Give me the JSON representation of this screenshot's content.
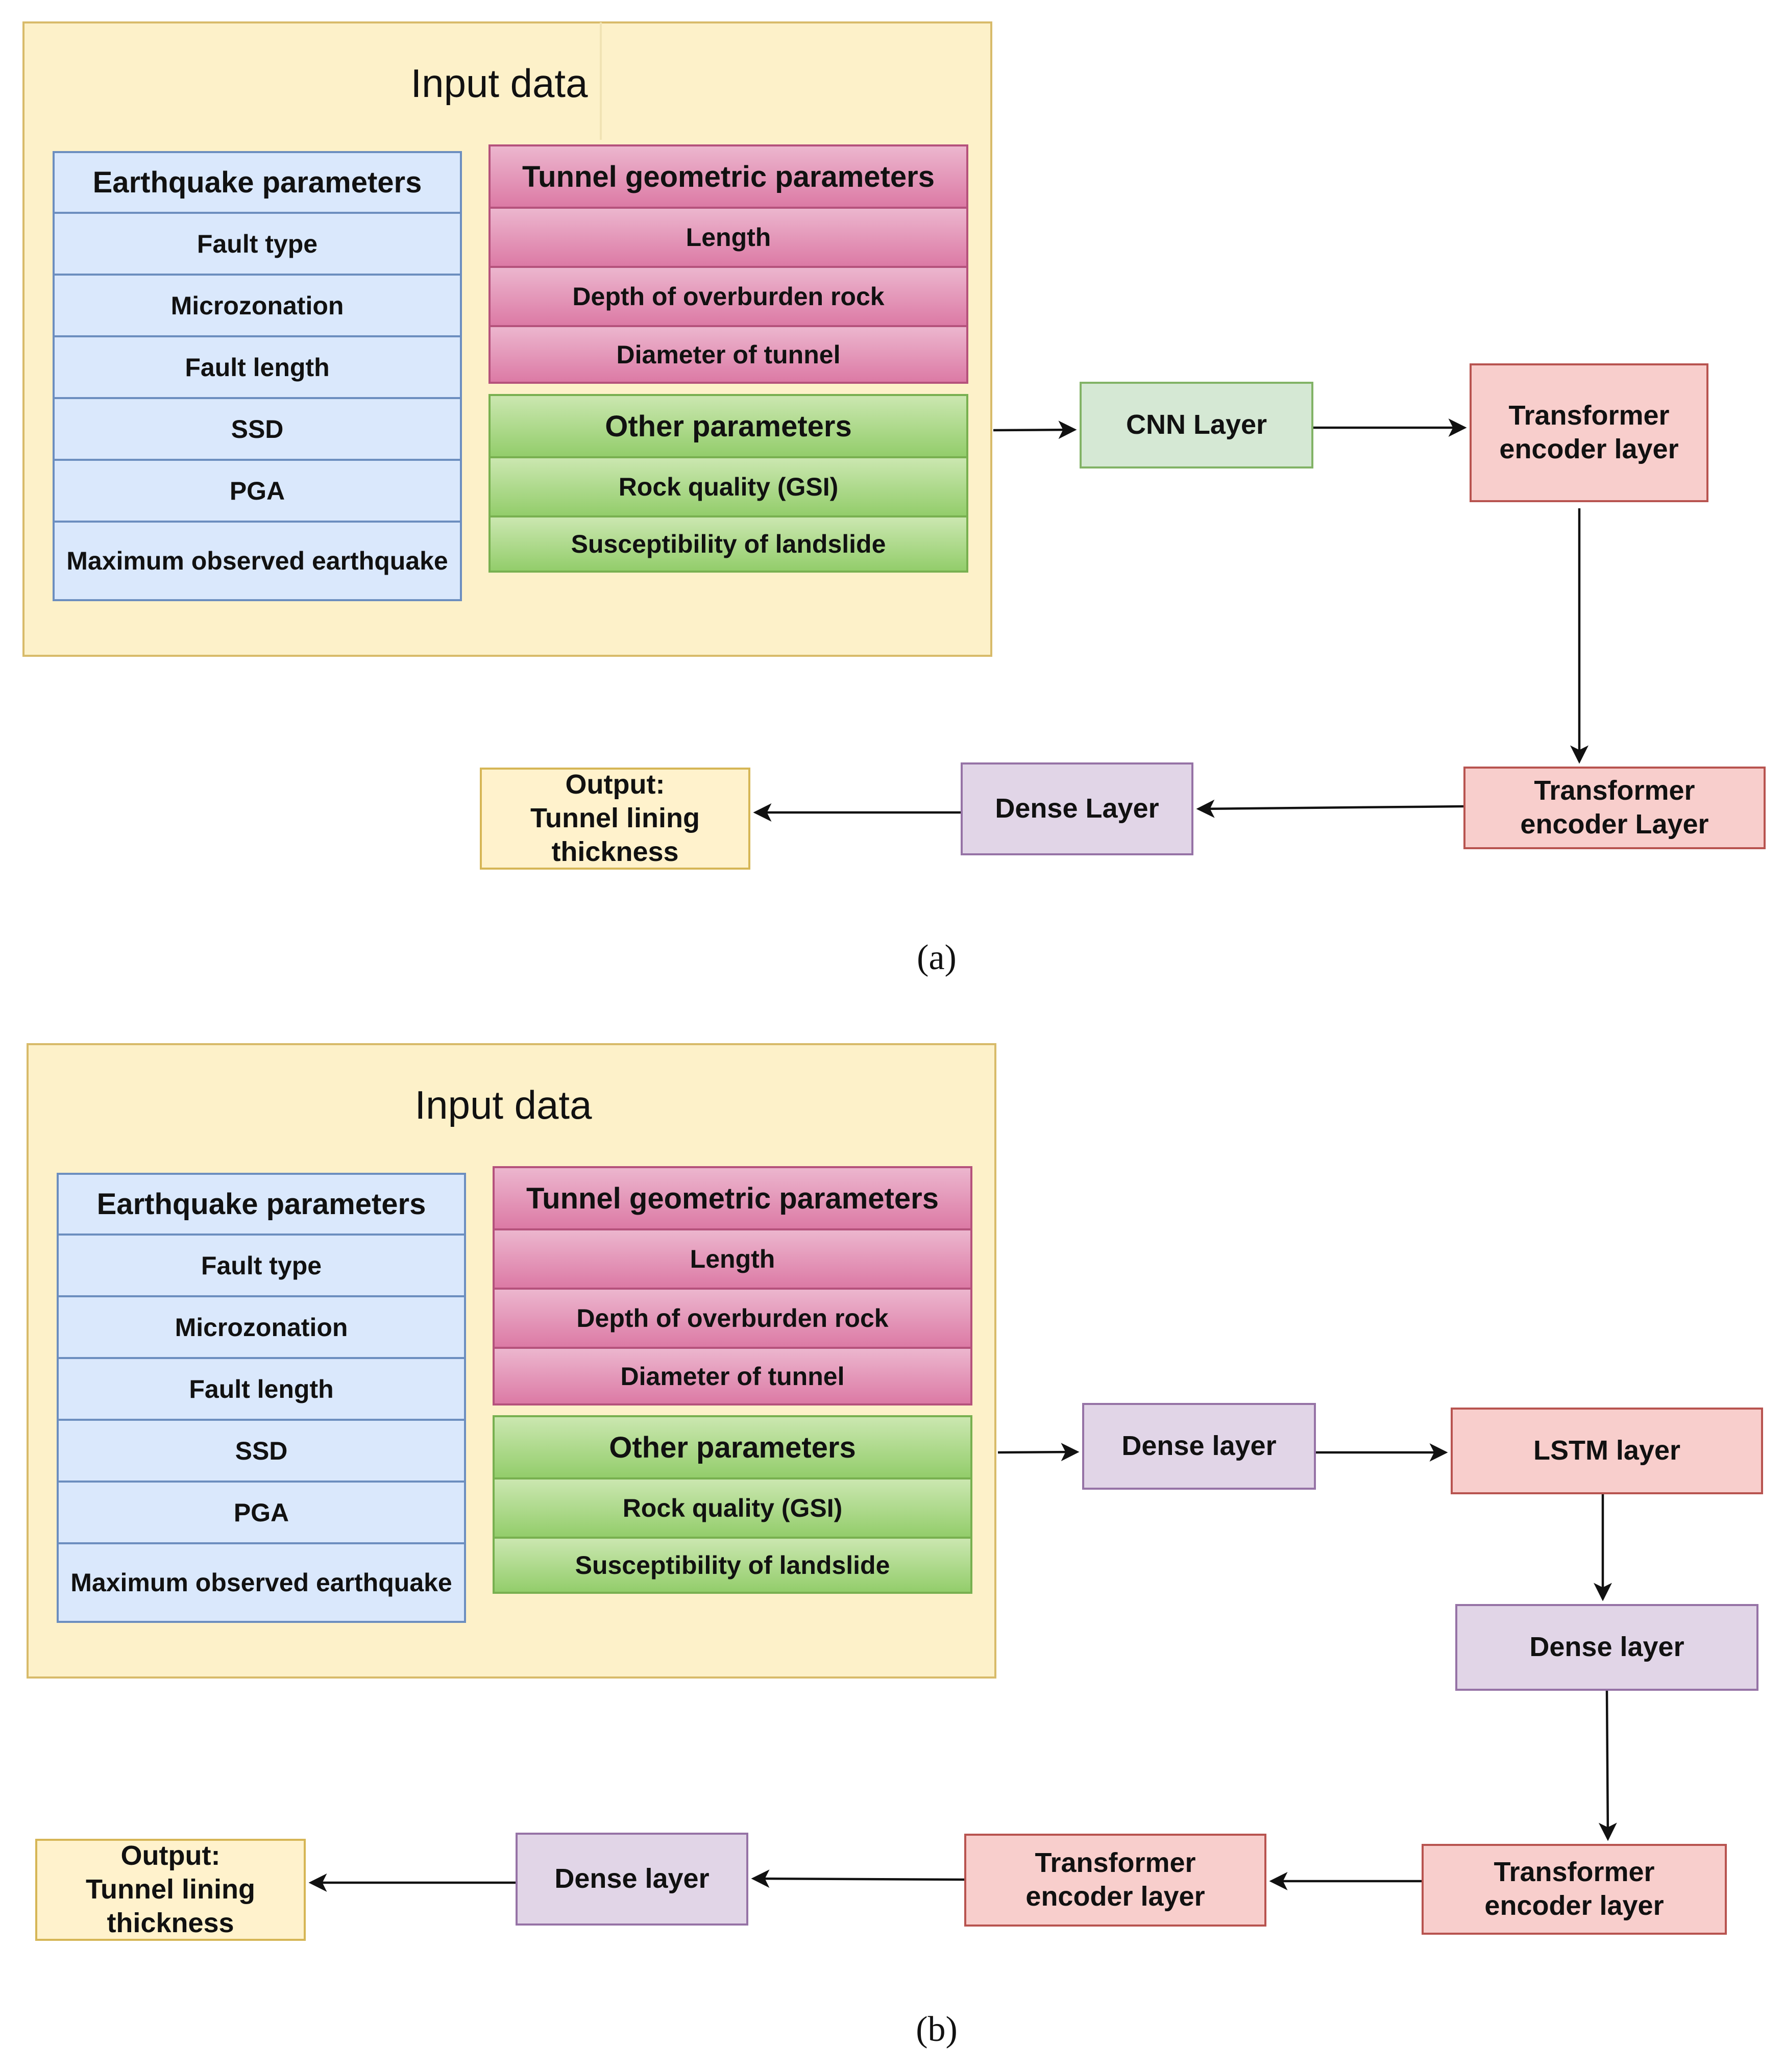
{
  "panels": [
    {
      "input_title": "Input data",
      "earthquake": {
        "header": "Earthquake parameters",
        "items": [
          "Fault type",
          "Microzonation",
          "Fault length",
          "SSD",
          "PGA",
          "Maximum observed earthquake"
        ]
      },
      "tunnel": {
        "header": "Tunnel geometric parameters",
        "items": [
          "Length",
          "Depth of overburden rock",
          "Diameter of tunnel"
        ]
      },
      "other": {
        "header": "Other parameters",
        "items": [
          "Rock quality (GSI)",
          "Susceptibility of landslide"
        ]
      },
      "nodes": {
        "cnn": "CNN Layer",
        "transformer1": "Transformer\nencoder layer",
        "transformer2": "Transformer\nencoder Layer",
        "dense": "Dense Layer",
        "output": "Output:\nTunnel lining\nthickness"
      },
      "caption": "(a)"
    },
    {
      "input_title": "Input data",
      "earthquake": {
        "header": "Earthquake parameters",
        "items": [
          "Fault type",
          "Microzonation",
          "Fault length",
          "SSD",
          "PGA",
          "Maximum observed earthquake"
        ]
      },
      "tunnel": {
        "header": "Tunnel geometric parameters",
        "items": [
          "Length",
          "Depth of overburden rock",
          "Diameter of tunnel"
        ]
      },
      "other": {
        "header": "Other parameters",
        "items": [
          "Rock quality (GSI)",
          "Susceptibility of landslide"
        ]
      },
      "nodes": {
        "dense1": "Dense layer",
        "lstm": "LSTM layer",
        "dense2": "Dense layer",
        "transformer1": "Transformer\nencoder layer",
        "transformer2": "Transformer\nencoder layer",
        "dense3": "Dense layer",
        "output": "Output:\nTunnel lining\nthickness"
      },
      "caption": "(b)"
    }
  ]
}
